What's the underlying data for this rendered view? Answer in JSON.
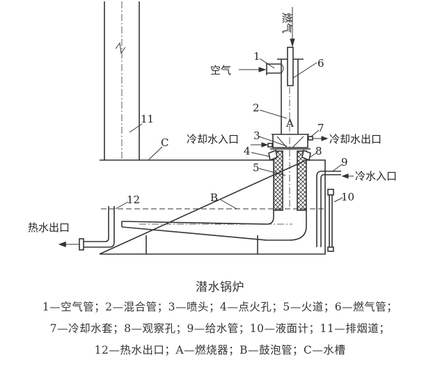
{
  "labels": {
    "gas": "燃气",
    "air": "空气",
    "n1": "1",
    "n2": "2",
    "n3": "3",
    "n4": "4",
    "n5": "5",
    "n6": "6",
    "n7": "7",
    "n8": "8",
    "n9": "9",
    "n10": "10",
    "n11": "11",
    "n12": "12",
    "A": "A",
    "B": "B",
    "C": "C",
    "cooling_in": "冷却水入口",
    "cooling_out": "冷却水出口",
    "cold_in": "冷水入口",
    "hot_out": "热水出口"
  },
  "caption": {
    "title": "潜水锅炉",
    "line1": "1—空气管；2—混合管；3—喷头；4—点火孔；5—火道；6—燃气管；",
    "line2": "7—冷却水套；8—观察孔；9—给水管；10—液面计；11—排烟道；",
    "line3": "12—热水出口；A—燃烧器；B—鼓泡管；C—水槽"
  }
}
